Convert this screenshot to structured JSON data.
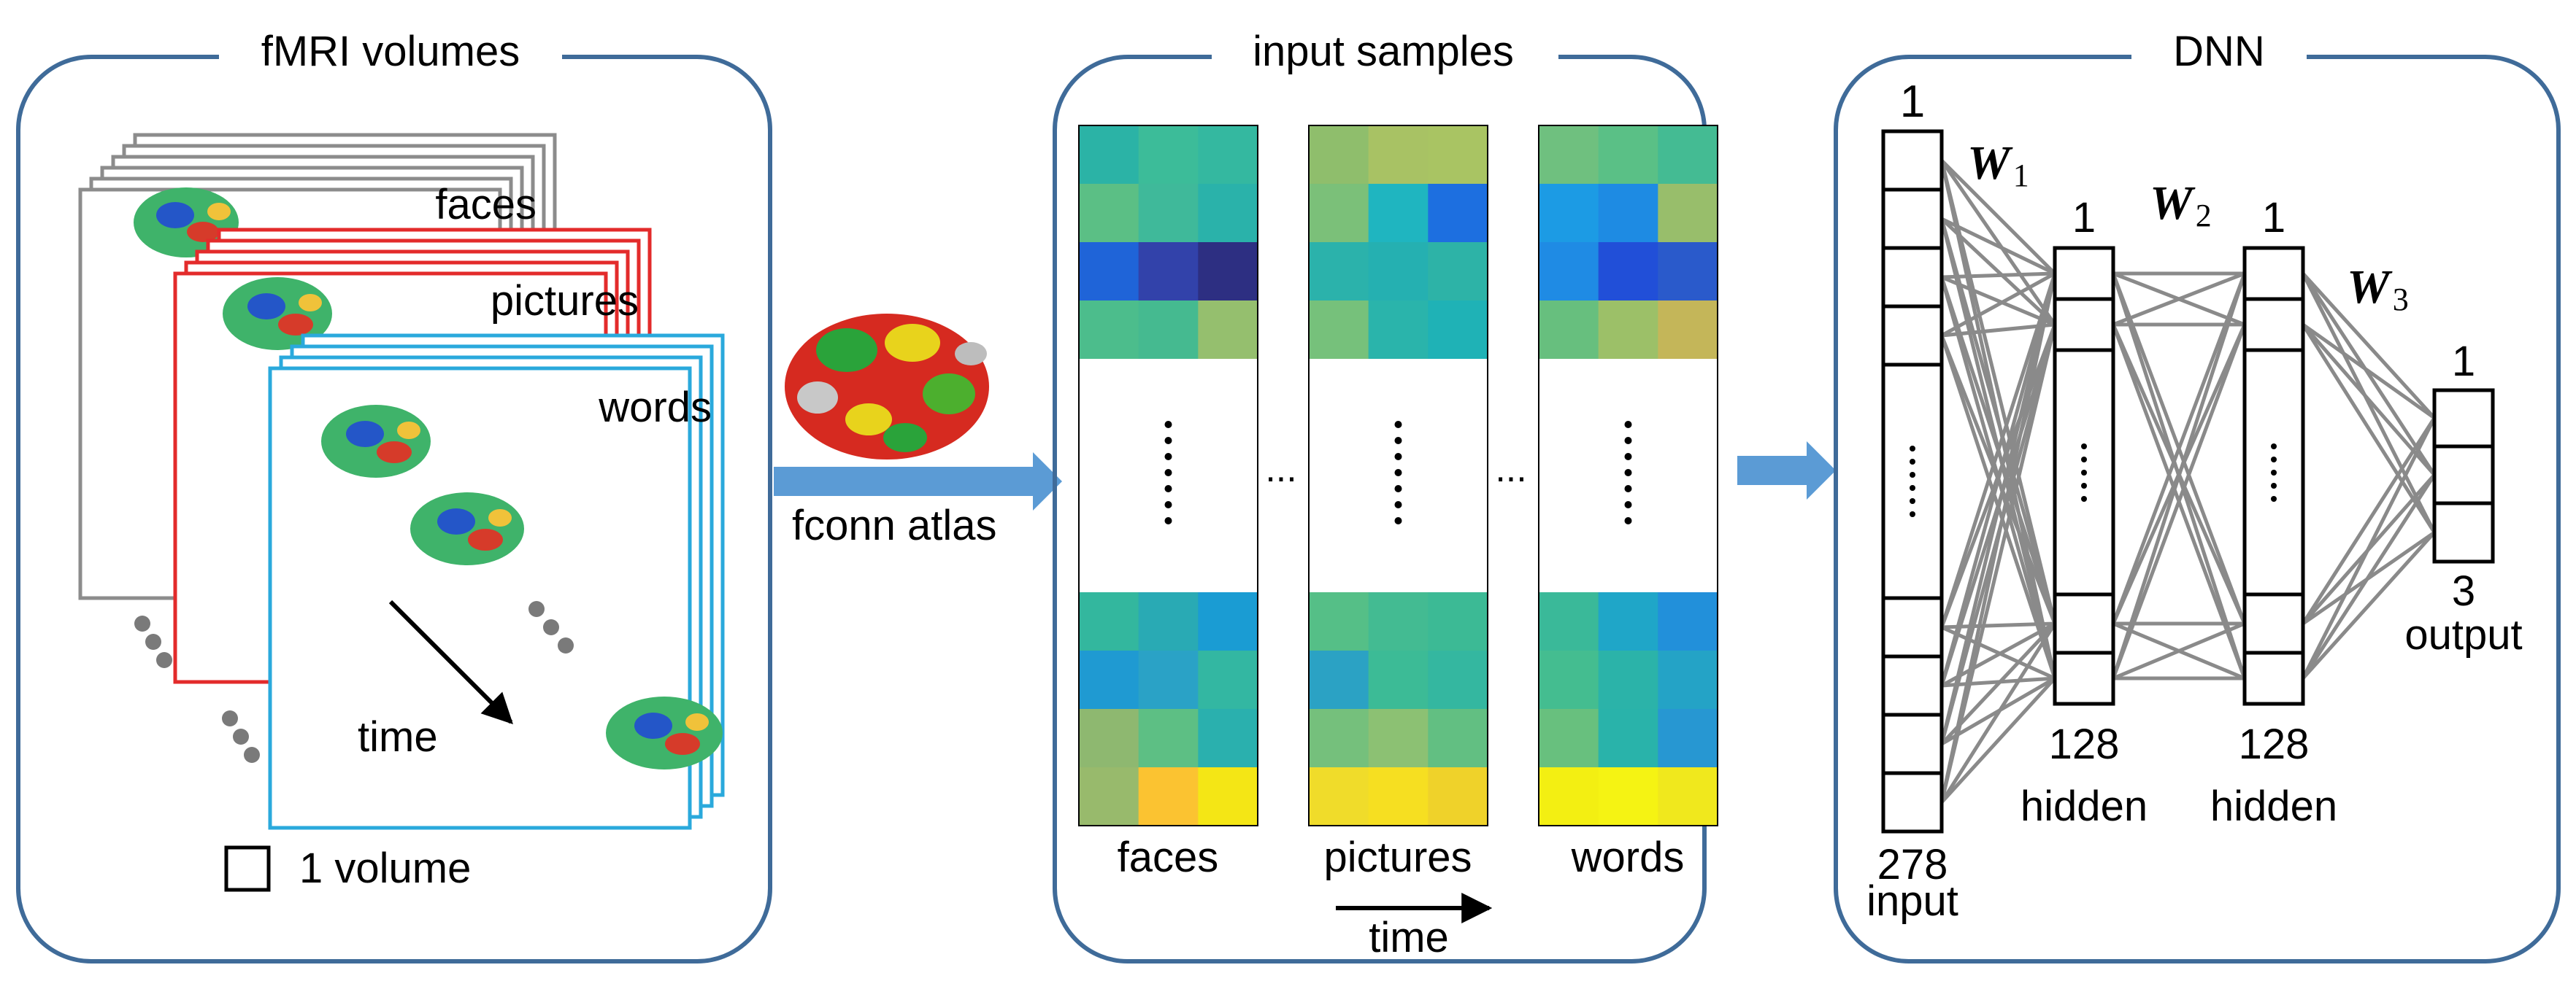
{
  "panels": {
    "fmri": {
      "title": "fMRI volumes",
      "stack_labels": [
        "faces",
        "pictures",
        "words"
      ],
      "time_label": "time",
      "legend_label": "1 volume",
      "stack_colors": [
        "#8c8c8c",
        "#e32b2b",
        "#2aa9dc"
      ]
    },
    "arrow1_label": "fconn atlas",
    "input": {
      "title": "input samples",
      "columns": [
        "faces",
        "pictures",
        "words"
      ],
      "between": "...",
      "time_label": "time"
    },
    "dnn": {
      "title": "DNN",
      "input_layer": {
        "top": "1",
        "size": "278",
        "name": "input"
      },
      "hidden1": {
        "top": "1",
        "size": "128",
        "name": "hidden"
      },
      "hidden2": {
        "top": "1",
        "size": "128",
        "name": "hidden"
      },
      "output_layer": {
        "top": "1",
        "size": "3",
        "name": "output"
      },
      "weights": [
        "W1",
        "W2",
        "W3"
      ],
      "weight_base": "W",
      "weight_subs": [
        "1",
        "2",
        "3"
      ]
    }
  },
  "colors": {
    "panel_border": "#3f6b99",
    "arrow": "#5b9bd5",
    "edge": "#8a8a8a"
  },
  "icons": [
    "brain-surface-icon",
    "brain-atlas-icon"
  ],
  "heatmap_cells": {
    "faces": [
      [
        "#2bb3a6",
        "#3cbc99",
        "#34b8a0"
      ],
      [
        "#5bbf85",
        "#3fb99a",
        "#2ab2aa"
      ],
      [
        "#1f64d8",
        "#3242aa",
        "#2d2f82"
      ],
      [
        "#4cbd8c",
        "#45ba90",
        "#95bf6e"
      ],
      [
        "#33b79e",
        "#29aab4",
        "#1a9cd3"
      ],
      [
        "#1f9ad2",
        "#2aa2c6",
        "#33b7a2"
      ],
      [
        "#8eb870",
        "#5dbf84",
        "#2ab0ae"
      ],
      [
        "#98ba6c",
        "#fbc331",
        "#f4e615"
      ]
    ],
    "pictures": [
      [
        "#8fbe6c",
        "#a8c264",
        "#a9c463"
      ],
      [
        "#7bc079",
        "#1fb5c0",
        "#1d6fe0"
      ],
      [
        "#2bb2ab",
        "#25b0b1",
        "#2db3a7"
      ],
      [
        "#76c17b",
        "#2ab4ab",
        "#1fb2b6"
      ],
      [
        "#55bf87",
        "#43bb92",
        "#3cba95"
      ],
      [
        "#2ba2c4",
        "#3cbb96",
        "#34b7a0"
      ],
      [
        "#75c07c",
        "#8cc173",
        "#62bf82"
      ],
      [
        "#f0dc2a",
        "#f6df21",
        "#efd22a"
      ]
    ],
    "words": [
      [
        "#6fc07f",
        "#5ac086",
        "#44bb93"
      ],
      [
        "#1c9be4",
        "#1e8be3",
        "#98be6b"
      ],
      [
        "#1f8be4",
        "#214fd8",
        "#2a5acb"
      ],
      [
        "#67bf7e",
        "#9cc068",
        "#c4b659"
      ],
      [
        "#3ab999",
        "#1fa6c8",
        "#2290da"
      ],
      [
        "#44bd90",
        "#2bb3a9",
        "#24a3c6"
      ],
      [
        "#68c07e",
        "#29b3aa",
        "#2797d2"
      ],
      [
        "#f3ef12",
        "#f5f313",
        "#f0e81d"
      ]
    ]
  }
}
